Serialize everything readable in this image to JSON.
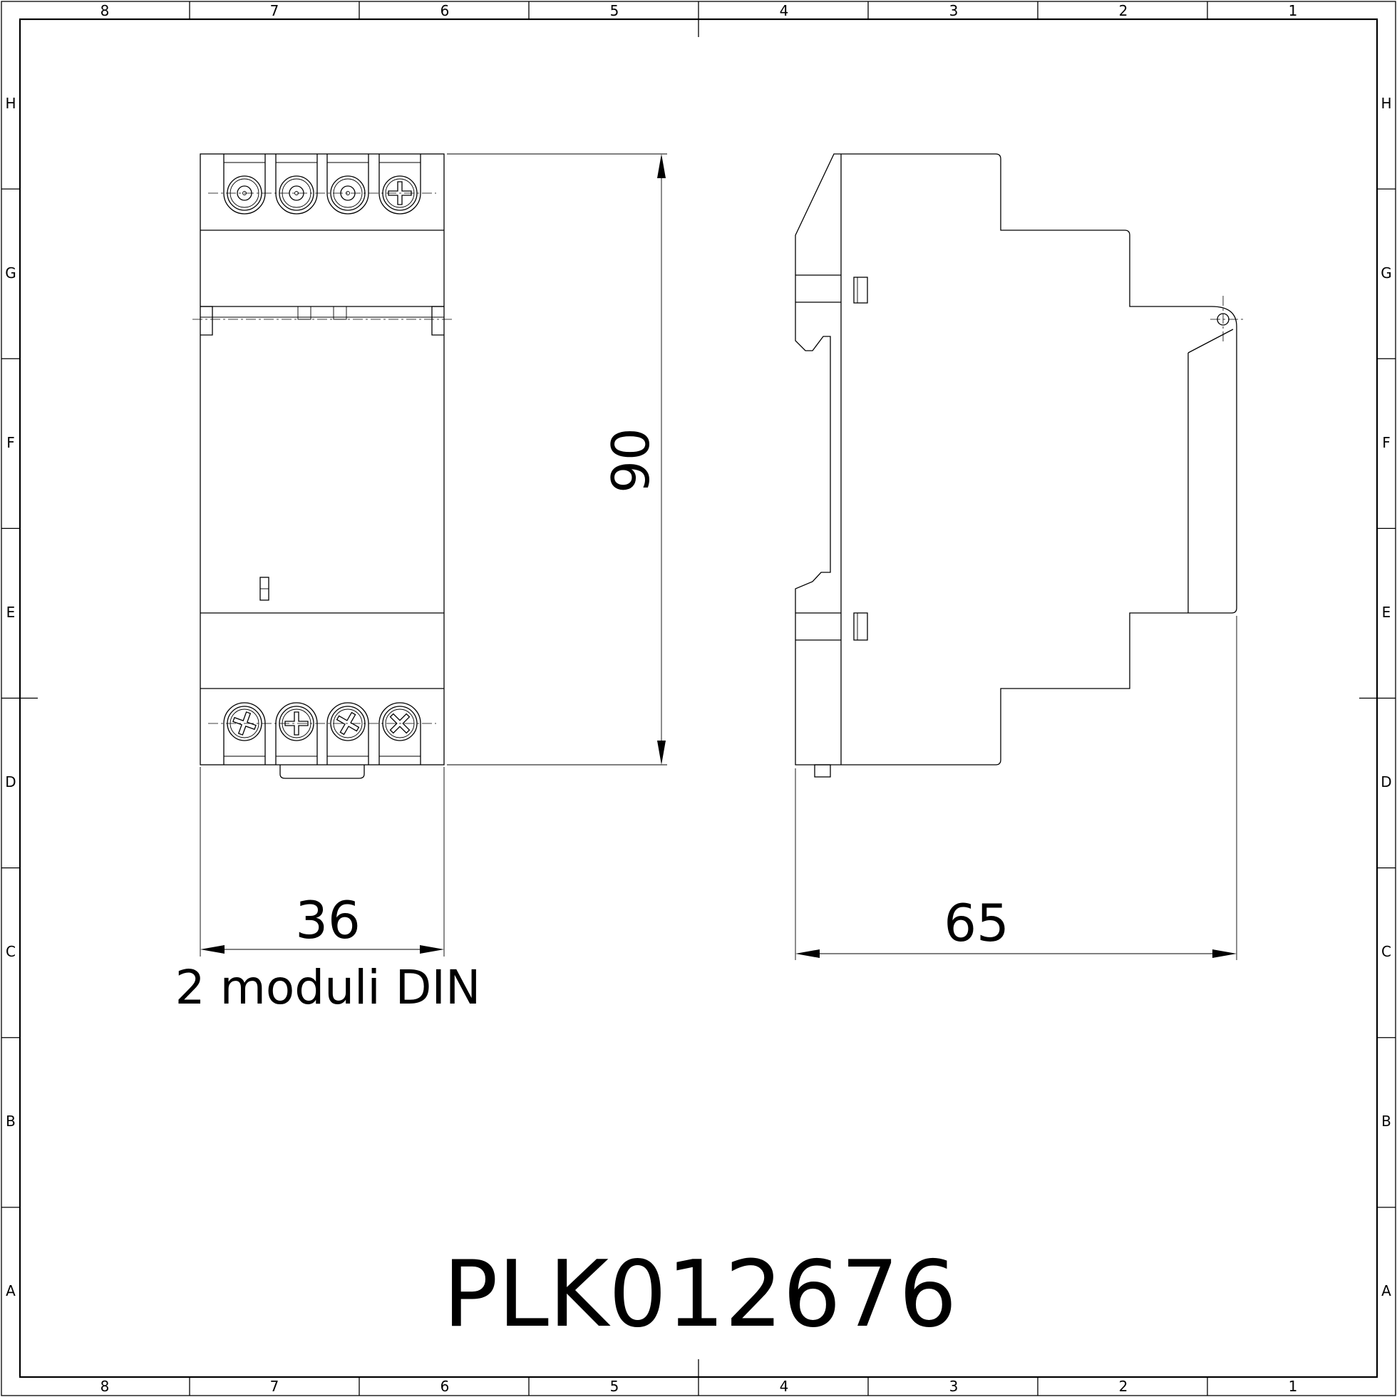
{
  "frame": {
    "columns": [
      "8",
      "7",
      "6",
      "5",
      "4",
      "3",
      "2",
      "1"
    ],
    "rows": [
      "H",
      "G",
      "F",
      "E",
      "D",
      "C",
      "B",
      "A"
    ]
  },
  "dimensions": {
    "height": "90",
    "width_front": "36",
    "depth_side": "65"
  },
  "module_note": "2 moduli DIN",
  "drawing_code": "PLK012676",
  "front_view": {
    "top_terminals": [
      "plain-screw",
      "plain-screw",
      "plain-screw",
      "cross-screw"
    ],
    "bottom_terminals": [
      "cross-screw",
      "cross-screw",
      "cross-screw",
      "cross-screw"
    ]
  }
}
